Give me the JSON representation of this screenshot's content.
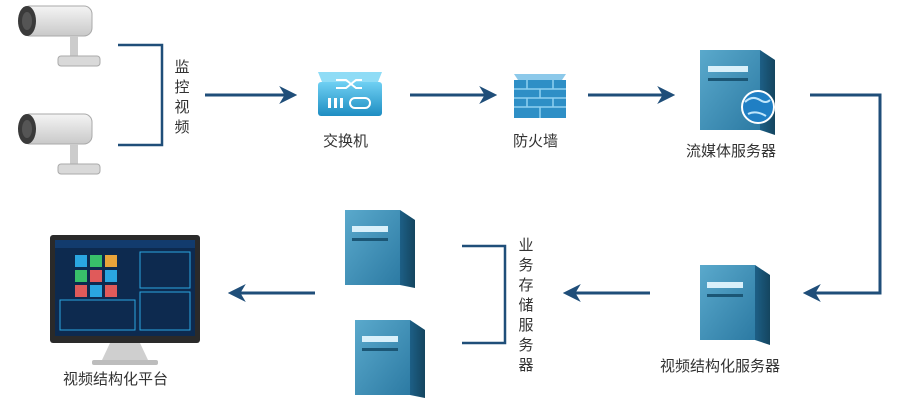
{
  "labels": {
    "monitor_video": "监控视频",
    "switch": "交换机",
    "firewall": "防火墙",
    "streaming_server": "流媒体服务器",
    "structuring_server": "视频结构化服务器",
    "storage_server": "业务存储服务器",
    "platform": "视频结构化平台"
  },
  "colors": {
    "arrow": "#1f4e79",
    "server_front": "#3f8fb3",
    "server_side": "#1f5c82",
    "server_top": "#7fc0dc",
    "switch": "#2fa8d8",
    "firewall": "#2e8fc6",
    "monitor_screen": "#0d2a4f"
  }
}
